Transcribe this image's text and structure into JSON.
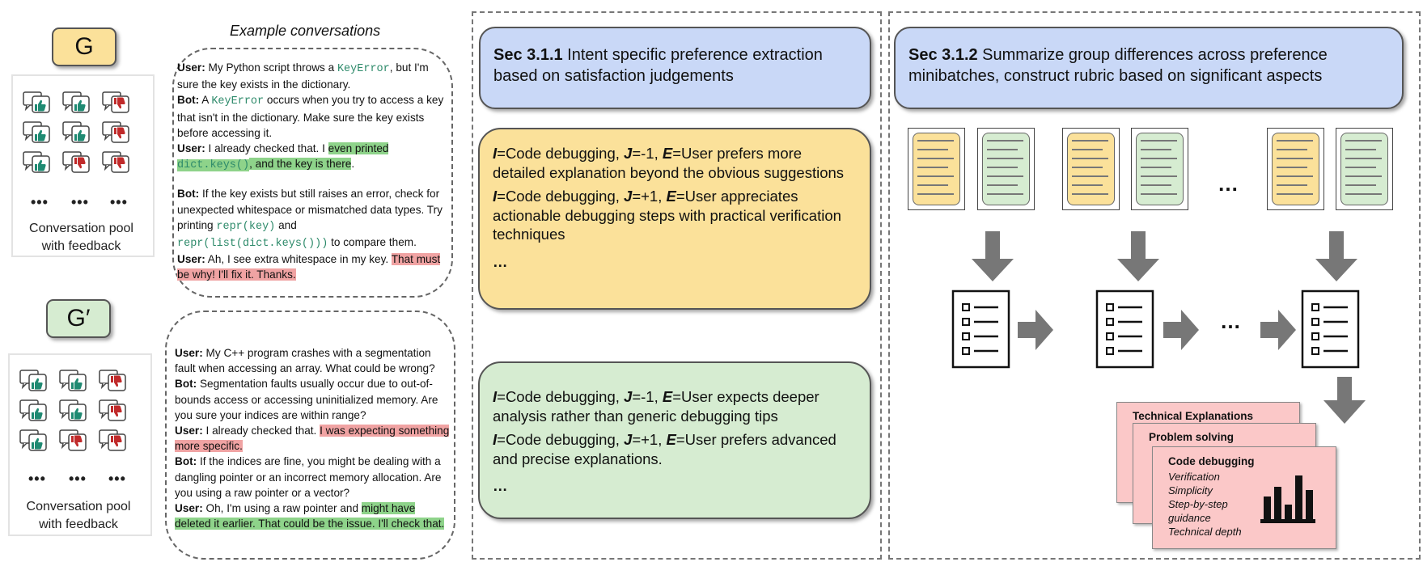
{
  "groups": [
    {
      "label": "G",
      "color": "#fbe19a",
      "caption_line1": "Conversation pool",
      "caption_line2": "with feedback",
      "bubbles": [
        "up",
        "up",
        "down",
        "up",
        "up",
        "down",
        "up",
        "down",
        "down"
      ]
    },
    {
      "label": "G′",
      "color": "#d6ecd1",
      "caption_line1": "Conversation pool",
      "caption_line2": "with feedback",
      "bubbles": [
        "up",
        "up",
        "down",
        "up",
        "up",
        "down",
        "up",
        "down",
        "down"
      ]
    }
  ],
  "ellipsis": "•••",
  "conversations": {
    "title": "Example conversations",
    "conv1": {
      "t1_speaker": "User:",
      "t1_pre": " My Python script throws a ",
      "t1_code": "KeyError",
      "t1_post": ", but I'm sure the key exists in the dictionary.",
      "t2_speaker": "Bot:",
      "t2_pre": " A ",
      "t2_code": "KeyError",
      "t2_post": " occurs when you try to access a key that isn't in the dictionary. Make sure the key exists before accessing it.",
      "t3_speaker": "User:",
      "t3_pre": " I already checked that. I ",
      "t3_hl_a": "even printed ",
      "t3_hl_code": "dict.keys()",
      "t3_hl_b": ", and the key is there",
      "t3_end": ".",
      "t4_speaker": "Bot:",
      "t4_pre": " If the key exists but still raises an error, check for unexpected whitespace or mismatched data types. Try printing ",
      "t4_code1": "repr(key)",
      "t4_mid": " and ",
      "t4_code2": "repr(list(dict.keys()))",
      "t4_post": " to compare them.",
      "t5_speaker": "User:",
      "t5_pre": " Ah, I see extra whitespace in my key. ",
      "t5_hl": "That must be why! I'll fix it. Thanks."
    },
    "conv2": {
      "t1_speaker": "User:",
      "t1_text": " My C++ program crashes with a segmentation fault when accessing an array. What could be wrong?",
      "t2_speaker": "Bot:",
      "t2_text": " Segmentation faults usually occur due to out-of-bounds access or accessing uninitialized memory. Are you sure your indices are within range?",
      "t3_speaker": "User:",
      "t3_pre": " I already checked that. ",
      "t3_hl": "I was expecting something more specific.",
      "t4_speaker": "Bot:",
      "t4_text": " If the indices are fine, you might be dealing with a dangling pointer or an incorrect memory allocation. Are you using a raw pointer or a vector?",
      "t5_speaker": "User:",
      "t5_pre": " Oh, I'm using a raw pointer and ",
      "t5_hl": "might have deleted it earlier. That could be the issue. I'll check that."
    }
  },
  "sec311": {
    "label": "Sec 3.1.1",
    "title": " Intent specific preference extraction based on satisfaction judgements",
    "yellow": [
      {
        "i": "I",
        "i_val": "=Code debugging, ",
        "j": "J",
        "j_val": "=-1, ",
        "e": "E",
        "e_val": "=User prefers more detailed explanation beyond the obvious suggestions"
      },
      {
        "i": "I",
        "i_val": "=Code debugging, ",
        "j": "J",
        "j_val": "=+1, ",
        "e": "E",
        "e_val": "=User appreciates actionable debugging steps with practical verification techniques"
      }
    ],
    "green": [
      {
        "i": "I",
        "i_val": "=Code debugging, ",
        "j": "J",
        "j_val": "=-1, ",
        "e": "E",
        "e_val": "=User expects deeper analysis rather than generic debugging tips"
      },
      {
        "i": "I",
        "i_val": "=Code debugging, ",
        "j": "J",
        "j_val": "=+1, ",
        "e": "E",
        "e_val": "=User prefers advanced and precise explanations."
      }
    ],
    "more": "…"
  },
  "sec312": {
    "label": "Sec 3.1.2",
    "title": " Summarize group differences across preference minibatches, construct rubric based on significant aspects",
    "between_dots": "…",
    "rubric_cards": [
      {
        "title": "Technical Explanations"
      },
      {
        "title": "Problem solving"
      },
      {
        "title": "Code debugging",
        "items": [
          "Verification",
          "Simplicity",
          "Step-by-step",
          "guidance",
          "Technical depth"
        ]
      }
    ],
    "colors": {
      "yellow": "#fbe19a",
      "green": "#d6ecd1",
      "blue": "#c9d8f7",
      "pink": "#fbc8c8",
      "arrow": "#777777"
    }
  }
}
